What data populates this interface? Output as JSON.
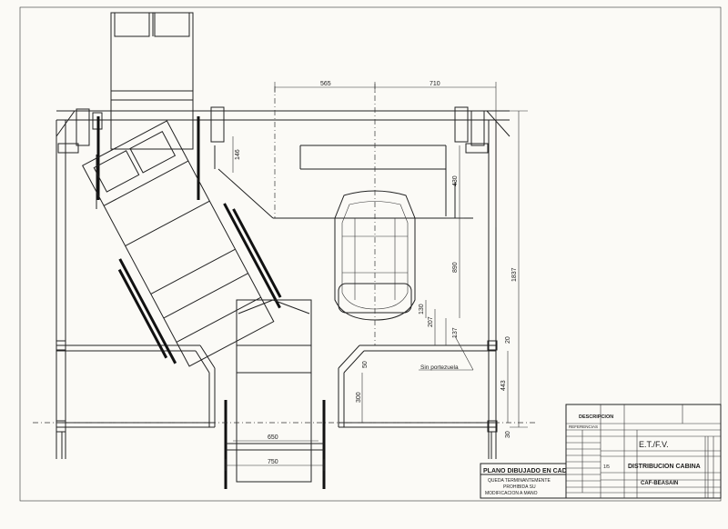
{
  "dimensions": {
    "top_left": "565",
    "top_right": "710",
    "d146": "146",
    "d430": "430",
    "d890": "890",
    "d1837": "1837",
    "d130": "130",
    "d207": "207",
    "d137": "137",
    "d20": "20",
    "d443": "443",
    "d300": "300",
    "d50": "50",
    "d30": "30",
    "bottom_inner": "650",
    "bottom_outer": "750"
  },
  "annotations": {
    "sin_portezuela": "Sin portezuela"
  },
  "stamp": {
    "line1": "PLANO DIBUJADO EN CAD",
    "line2": "QUEDA TERMINANTEMENTE",
    "line3": "PROHIBIDA SU",
    "line4": "MODIFICACION A MANO"
  },
  "title_block": {
    "descripcion": "DESCRIPCION",
    "referencias": "REFERENCIAS",
    "project": "E.T./F.V.",
    "title": "DISTRIBUCION CABINA",
    "company": "CAF-BEASAIN",
    "scale": "1/5"
  }
}
